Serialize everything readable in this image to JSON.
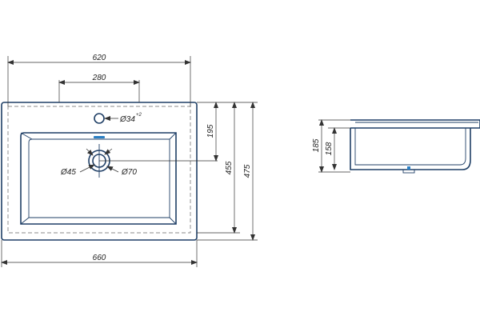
{
  "drawing": {
    "plan_view": {
      "overall_width_label": "620",
      "tap_offset_label": "280",
      "tap_hole_label": "Ø34",
      "tap_hole_tolerance": "+2",
      "bowl_depth_label": "195",
      "inner_depth_label": "455",
      "total_depth_label": "475",
      "drain_small_label": "Ø45",
      "drain_large_label": "Ø70",
      "total_width_label": "660"
    },
    "side_view": {
      "total_height_label": "185",
      "bowl_height_label": "158"
    },
    "colors": {
      "outline": "#1f3f66",
      "accent": "#2a7fc4"
    }
  }
}
